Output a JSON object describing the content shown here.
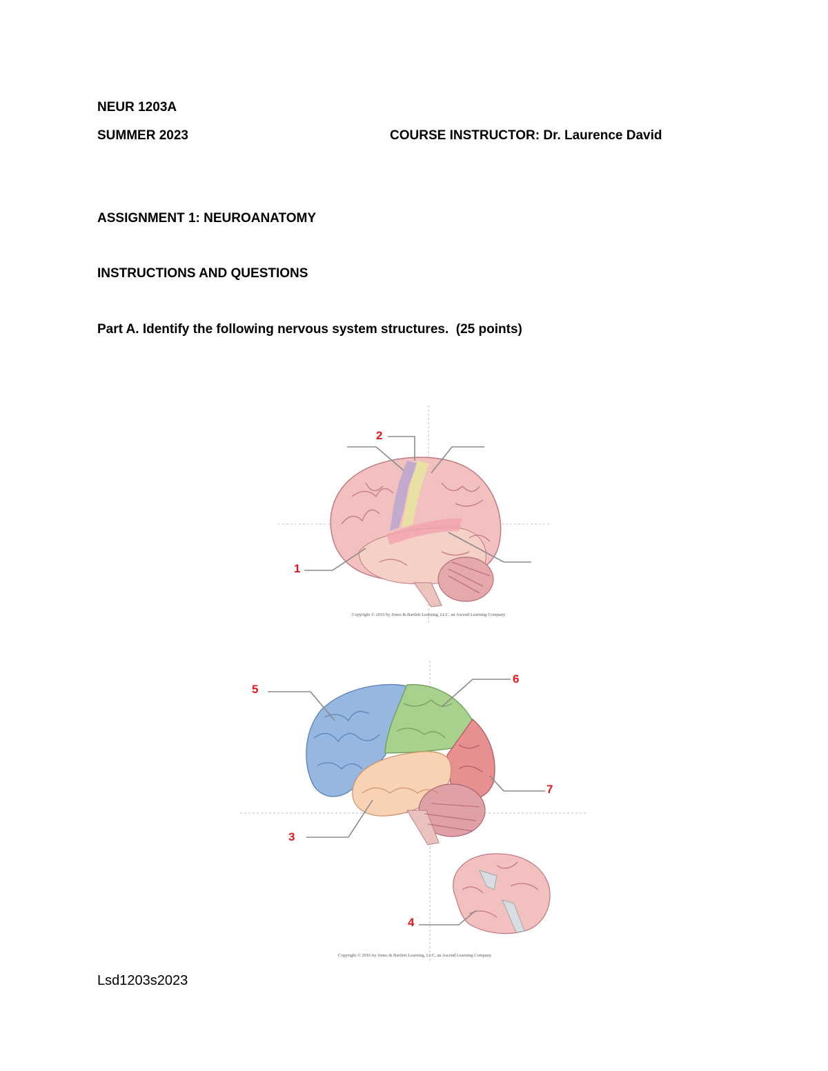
{
  "header": {
    "course_code": "NEUR 1203A",
    "term": "SUMMER 2023",
    "instructor": "COURSE INSTRUCTOR: Dr. Laurence David"
  },
  "assignment_title": "ASSIGNMENT 1: NEUROANATOMY",
  "section_heading": "INSTRUCTIONS AND QUESTIONS",
  "part_a": "Part A. Identify the following nervous system structures.  (25 points)",
  "figure1": {
    "labels": [
      "1",
      "2"
    ],
    "copyright": "Copyright © 2016 by Jones & Bartlett Learning, LLC, an Ascend Learning Company"
  },
  "figure2": {
    "labels": [
      "3",
      "4",
      "5",
      "6",
      "7"
    ],
    "copyright": "Copyright © 2016 by Jones & Bartlett Learning, LLC, an Ascend Learning Company"
  },
  "colors": {
    "label_red": "#e8141b",
    "frontal_blue": "#8fb3de",
    "parietal_green": "#a6cf8a",
    "occipital_red": "#e38d8d",
    "temporal_orange": "#f6cfae",
    "brain_pink": "#f1b9b9",
    "precentral_purple": "#b9a6cf",
    "postcentral_yellow": "#e8e3a0"
  },
  "footer": "Lsd1203s2023"
}
